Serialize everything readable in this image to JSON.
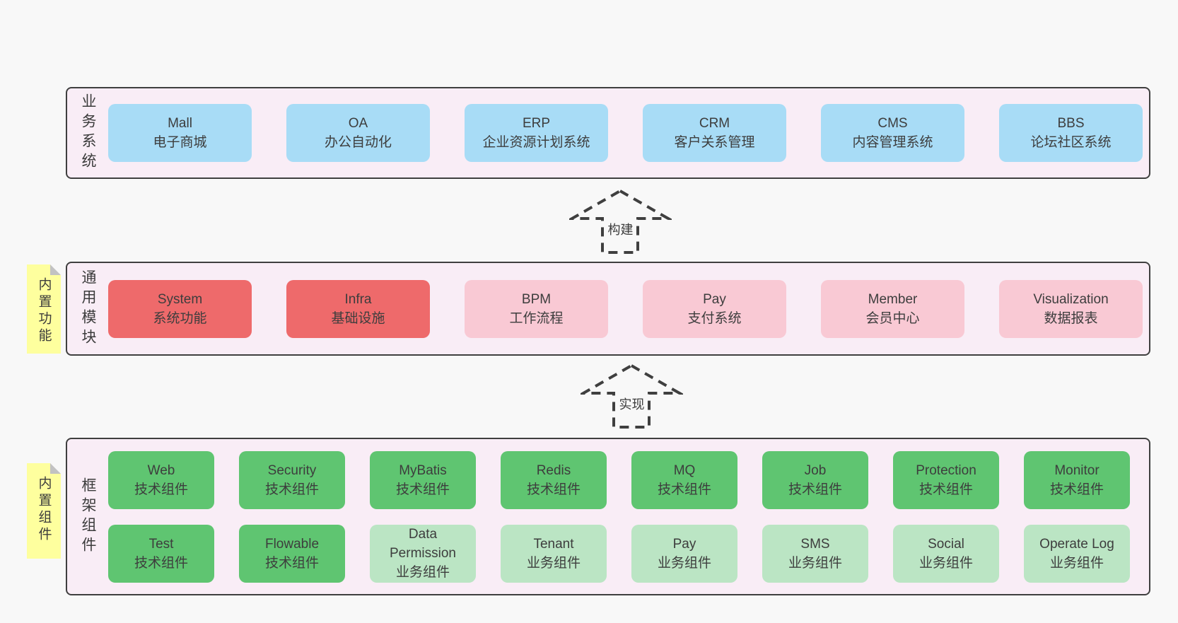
{
  "colors": {
    "page_bg": "#f8f8f8",
    "container_bg": "#f9edf6",
    "border_dark": "#3f3f3f",
    "box_blue": "#a8dcf6",
    "box_red": "#ee6a6b",
    "box_pink": "#f9c9d4",
    "box_green": "#5fc571",
    "box_lightgreen": "#bbe5c4",
    "note_yellow": "#feff9e",
    "note_fold": "#c2c2c2"
  },
  "arrows": [
    {
      "label": "构建"
    },
    {
      "label": "实现"
    }
  ],
  "layers": [
    {
      "id": "business",
      "label": "业务系统",
      "rows": [
        [
          {
            "en": "Mall",
            "zh": "电子商城",
            "variant": "blue"
          },
          {
            "en": "OA",
            "zh": "办公自动化",
            "variant": "blue"
          },
          {
            "en": "ERP",
            "zh": "企业资源计划系统",
            "variant": "blue"
          },
          {
            "en": "CRM",
            "zh": "客户关系管理",
            "variant": "blue"
          },
          {
            "en": "CMS",
            "zh": "内容管理系统",
            "variant": "blue"
          },
          {
            "en": "BBS",
            "zh": "论坛社区系统",
            "variant": "blue"
          }
        ]
      ]
    },
    {
      "id": "modules",
      "label": "通用模块",
      "note": "内置功能",
      "rows": [
        [
          {
            "en": "System",
            "zh": "系统功能",
            "variant": "red"
          },
          {
            "en": "Infra",
            "zh": "基础设施",
            "variant": "red"
          },
          {
            "en": "BPM",
            "zh": "工作流程",
            "variant": "pink"
          },
          {
            "en": "Pay",
            "zh": "支付系统",
            "variant": "pink"
          },
          {
            "en": "Member",
            "zh": "会员中心",
            "variant": "pink"
          },
          {
            "en": "Visualization",
            "zh": "数据报表",
            "variant": "pink"
          }
        ]
      ]
    },
    {
      "id": "components",
      "label": "框架组件",
      "note": "内置组件",
      "rows": [
        [
          {
            "en": "Web",
            "zh": "技术组件",
            "variant": "green"
          },
          {
            "en": "Security",
            "zh": "技术组件",
            "variant": "green"
          },
          {
            "en": "MyBatis",
            "zh": "技术组件",
            "variant": "green"
          },
          {
            "en": "Redis",
            "zh": "技术组件",
            "variant": "green"
          },
          {
            "en": "MQ",
            "zh": "技术组件",
            "variant": "green"
          },
          {
            "en": "Job",
            "zh": "技术组件",
            "variant": "green"
          },
          {
            "en": "Protection",
            "zh": "技术组件",
            "variant": "green"
          },
          {
            "en": "Monitor",
            "zh": "技术组件",
            "variant": "green"
          }
        ],
        [
          {
            "en": "Test",
            "zh": "技术组件",
            "variant": "green"
          },
          {
            "en": "Flowable",
            "zh": "技术组件",
            "variant": "green"
          },
          {
            "en": "Data Permission",
            "zh": "业务组件",
            "variant": "lightgreen"
          },
          {
            "en": "Tenant",
            "zh": "业务组件",
            "variant": "lightgreen"
          },
          {
            "en": "Pay",
            "zh": "业务组件",
            "variant": "lightgreen"
          },
          {
            "en": "SMS",
            "zh": "业务组件",
            "variant": "lightgreen"
          },
          {
            "en": "Social",
            "zh": "业务组件",
            "variant": "lightgreen"
          },
          {
            "en": "Operate Log",
            "zh": "业务组件",
            "variant": "lightgreen"
          }
        ]
      ]
    }
  ]
}
